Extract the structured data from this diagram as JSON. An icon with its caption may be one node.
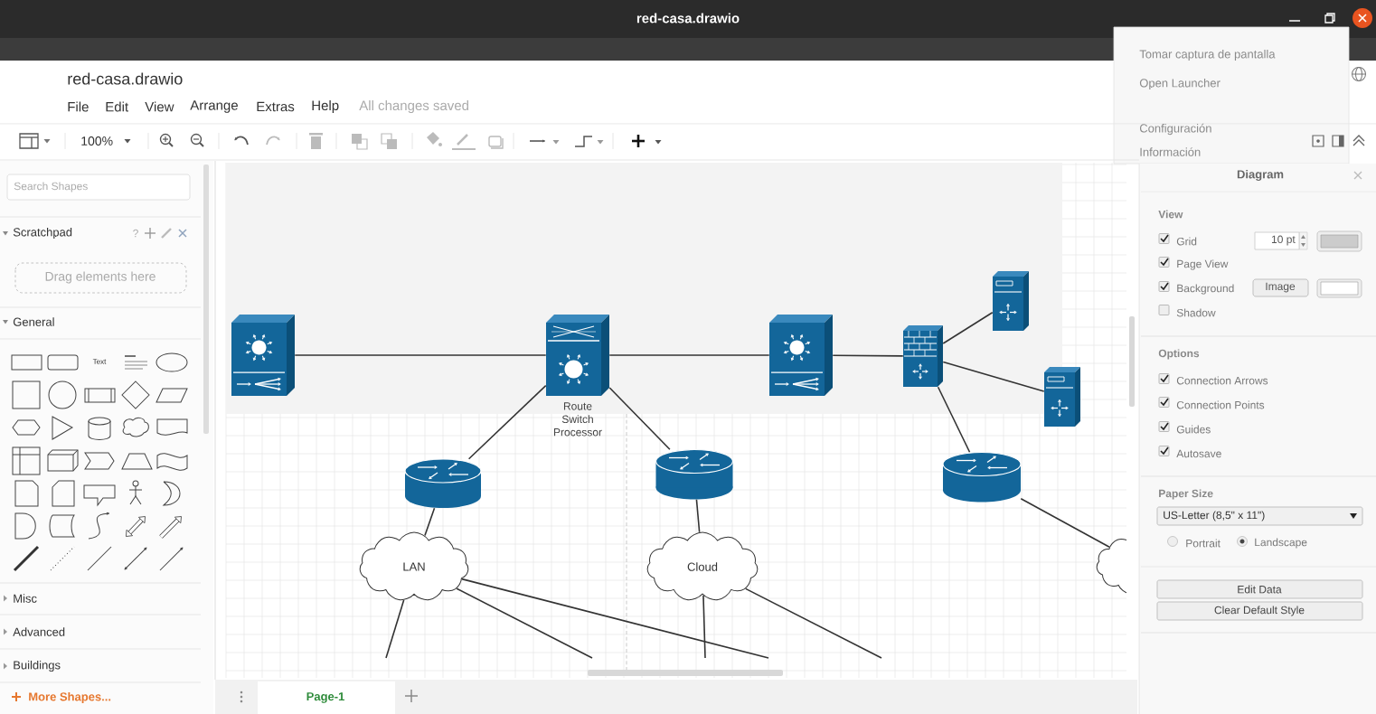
{
  "diagram": {
    "nodes": [
      {
        "text": [],
        "shape": "picture"
      },
      {
        "text": [
          "Route Switch Processor"
        ]
      },
      {
        "text": [],
        "shape": "picture"
      },
      {
        "text": [],
        "shape": "picture"
      },
      {
        "text": [],
        "shape": "picture"
      },
      {
        "text": [],
        "shape": "picture"
      },
      {
        "text": [],
        "shape": "picture"
      },
      {
        "text": [],
        "shape": "picture"
      },
      {
        "text": [],
        "shape": "picture"
      },
      {
        "text": [
          "LAN"
        ]
      },
      {
        "text": [
          "Cloud"
        ]
      },
      {
        "text": [],
        "shape": "cloud"
      }
    ],
    "edges": [
      {
        "from": 0,
        "to": 1,
        "arrow": "none"
      },
      {
        "from": 1,
        "to": 2,
        "arrow": "none"
      },
      {
        "from": 2,
        "to": 3,
        "arrow": "none"
      },
      {
        "from": 3,
        "to": 4,
        "arrow": "none"
      },
      {
        "from": 3,
        "to": 5,
        "arrow": "none"
      },
      {
        "from": 1,
        "to": 6,
        "arrow": "none"
      },
      {
        "from": 1,
        "to": 7,
        "arrow": "none"
      },
      {
        "from": 3,
        "to": 8,
        "arrow": "none"
      },
      {
        "from": 6,
        "to": 9,
        "arrow": "none"
      },
      {
        "from": 7,
        "to": 10,
        "arrow": "none"
      },
      {
        "from": 8,
        "to": 11,
        "arrow": "none"
      },
      {
        "from": 9,
        "to": null,
        "arrow": "none"
      },
      {
        "from": 9,
        "to": null,
        "arrow": "none"
      },
      {
        "from": 9,
        "to": null,
        "arrow": "none"
      },
      {
        "from": 10,
        "to": null,
        "arrow": "none"
      },
      {
        "from": 10,
        "to": null,
        "arrow": "none"
      }
    ],
    "labels": [
      "red-casa.drawio",
      "Tomar captura de pantalla",
      "Open Launcher",
      "Configuración",
      "Información",
      "red-casa.drawio",
      "File",
      "Edit",
      "View",
      "Arrange",
      "Extras",
      "Help",
      "All changes saved",
      "100%",
      "Search Shapes",
      "Scratchpad",
      "?",
      "Drag elements here",
      "General",
      "Text",
      "Misc",
      "Advanced",
      "Buildings",
      "More Shapes...",
      "Page-1",
      "Diagram",
      "View",
      "Grid",
      "10 pt",
      "Page View",
      "Background",
      "Image",
      "Shadow",
      "Options",
      "Connection Arrows",
      "Connection Points",
      "Guides",
      "Autosave",
      "Paper Size",
      "US-Letter (8,5\" x 11\")",
      "Portrait",
      "Landscape",
      "Edit Data",
      "Clear Default Style"
    ]
  }
}
